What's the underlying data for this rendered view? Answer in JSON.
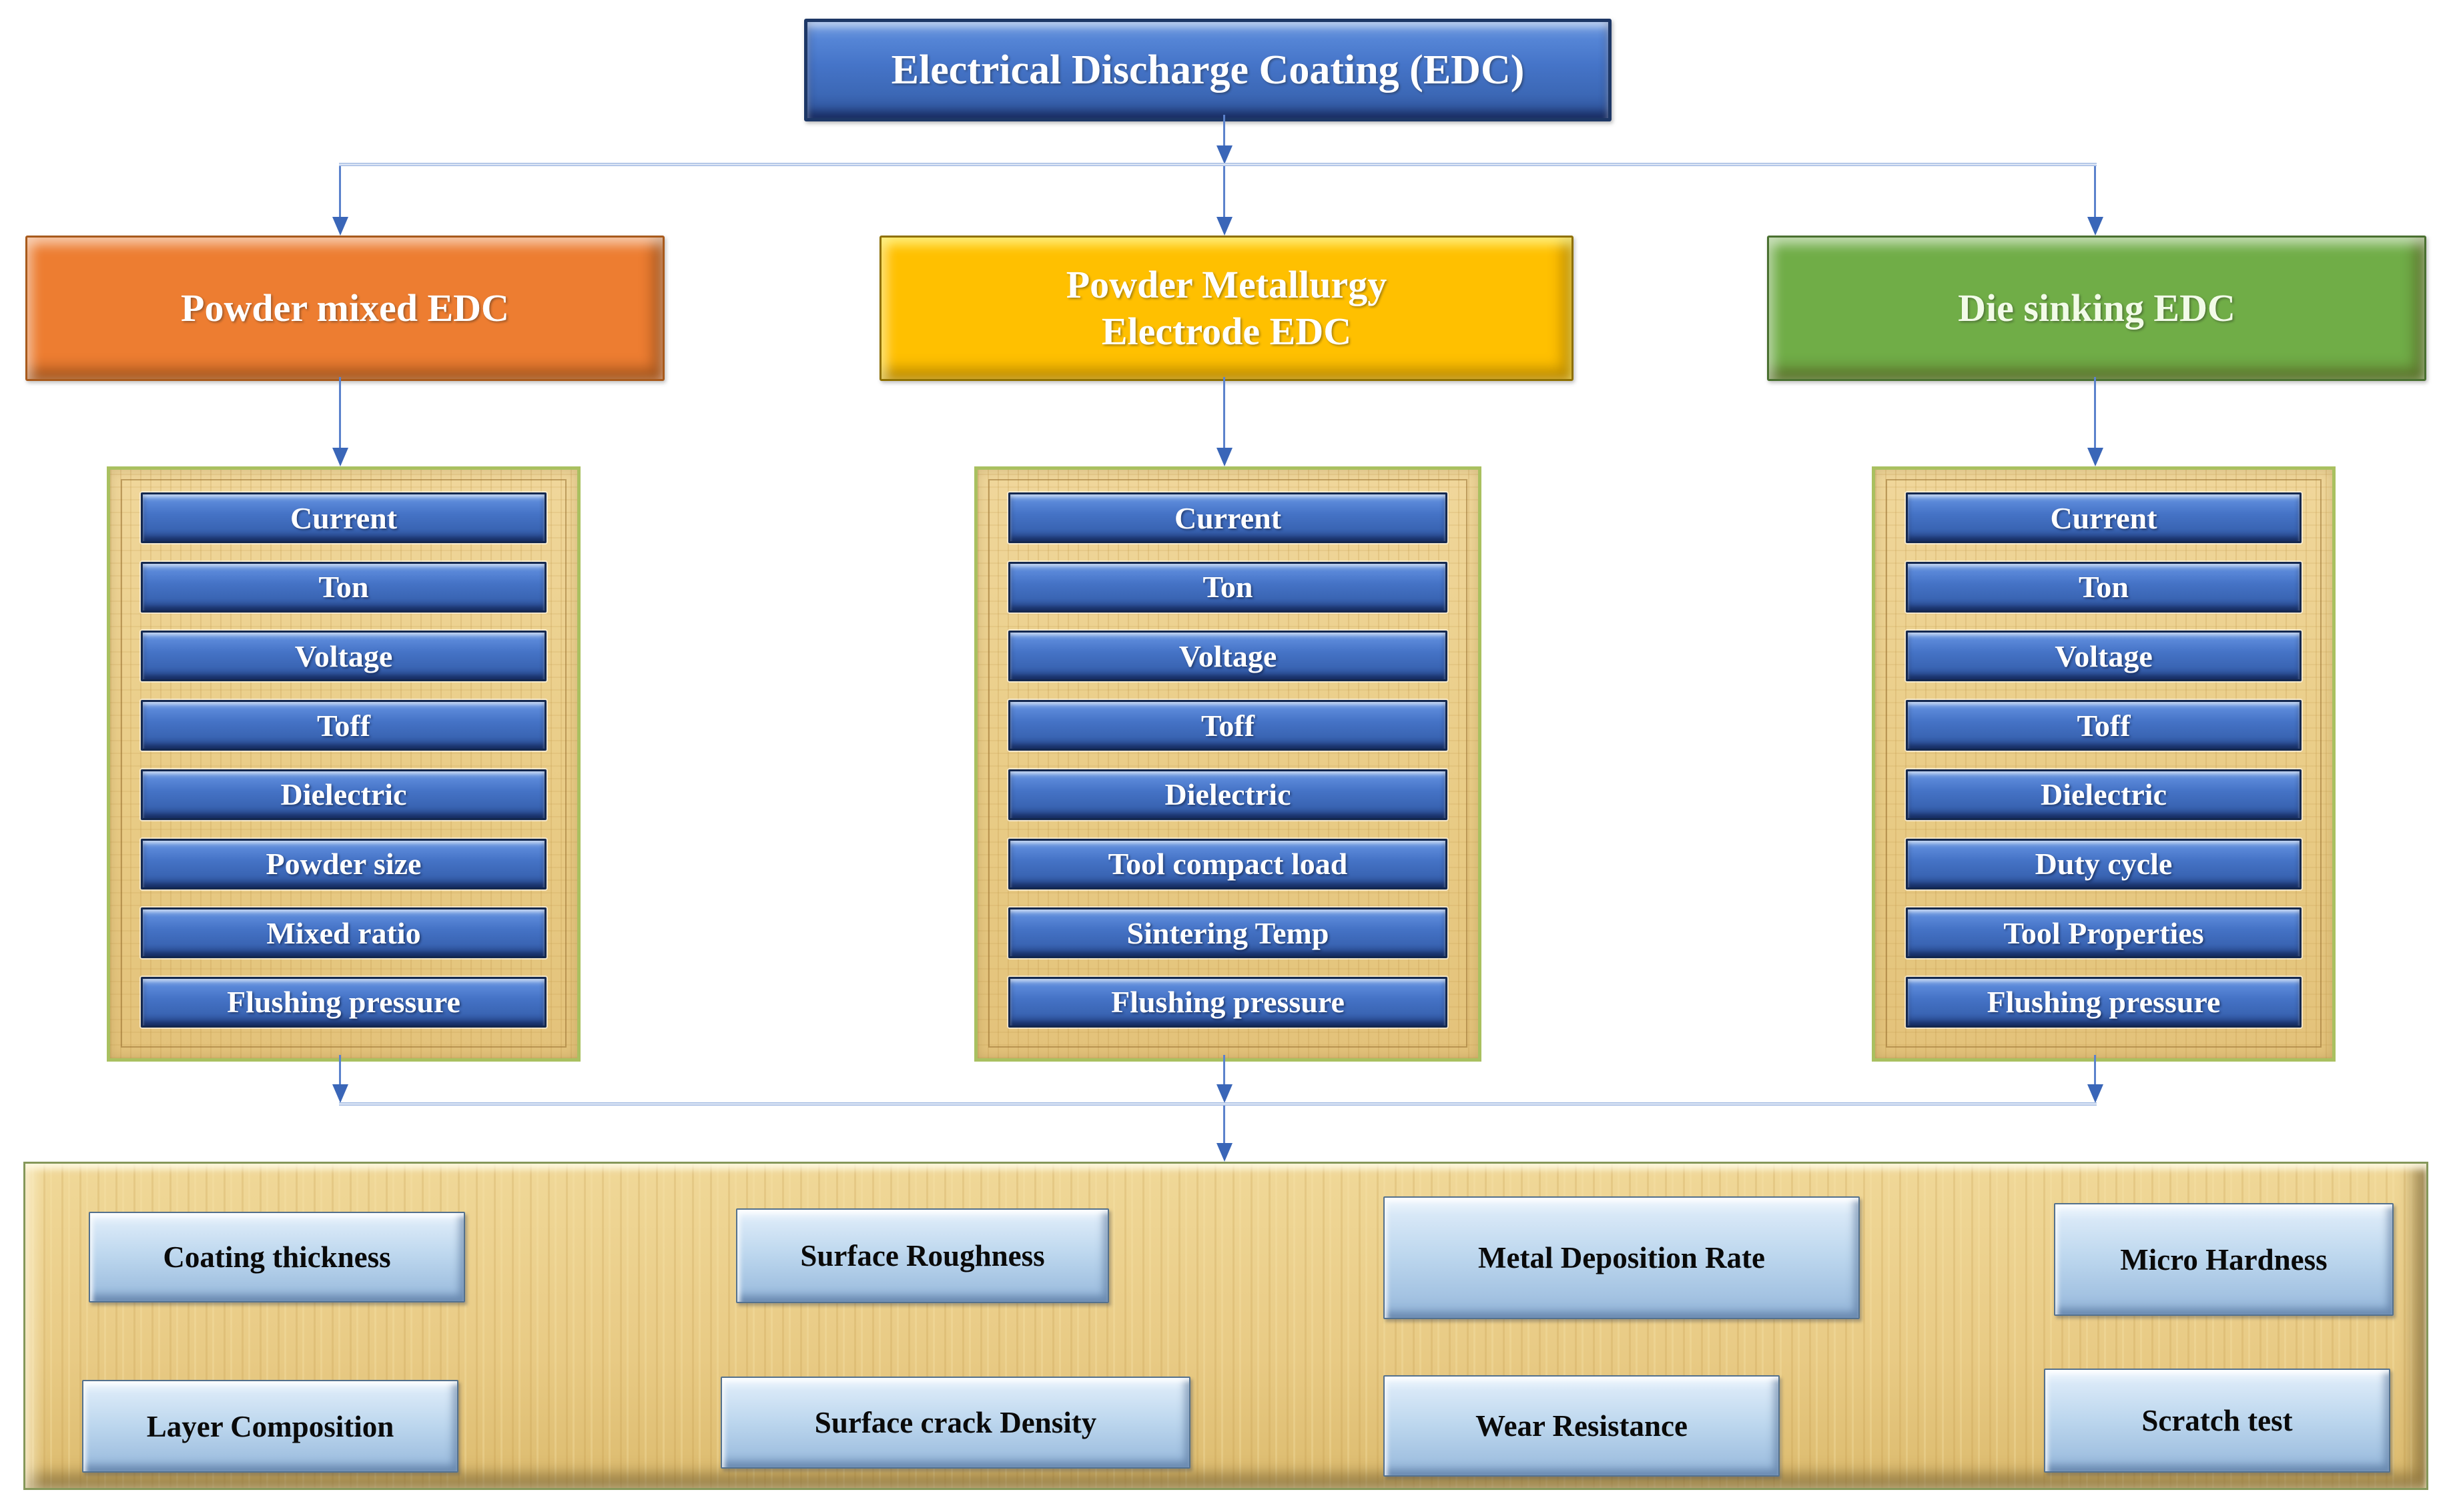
{
  "diagram": {
    "root": {
      "label": "Electrical Discharge Coating (EDC)"
    },
    "branches": [
      {
        "label": "Powder mixed EDC",
        "header_color": "#ED7D31",
        "params": [
          "Current",
          "Ton",
          "Voltage",
          "Toff",
          "Dielectric",
          "Powder size",
          "Mixed ratio",
          "Flushing pressure"
        ]
      },
      {
        "label": "Powder Metallurgy Electrode EDC",
        "header_color": "#FFC000",
        "params": [
          "Current",
          "Ton",
          "Voltage",
          "Toff",
          "Dielectric",
          "Tool compact load",
          "Sintering Temp",
          "Flushing pressure"
        ]
      },
      {
        "label": "Die sinking EDC",
        "header_color": "#70AD47",
        "params": [
          "Current",
          "Ton",
          "Voltage",
          "Toff",
          "Dielectric",
          "Duty cycle",
          "Tool Properties",
          "Flushing pressure"
        ]
      }
    ],
    "outputs": [
      "Coating thickness",
      "Surface Roughness",
      "Metal Deposition Rate",
      "Micro Hardness",
      "Layer Composition",
      "Surface crack Density",
      "Wear Resistance",
      "Scratch test"
    ],
    "colors": {
      "root_node_blue": "#4472C4",
      "param_button_blue": "#4472C4",
      "param_button_border": "#14284F",
      "output_button_blue": "#BDD7EE",
      "panel_wood_tan": "#EBCF8E",
      "panel_border_green": "#A9C060",
      "connector_blue": "#4472C4",
      "header_orange": "#ED7D31",
      "header_yellow": "#FFC000",
      "header_green": "#70AD47"
    }
  }
}
